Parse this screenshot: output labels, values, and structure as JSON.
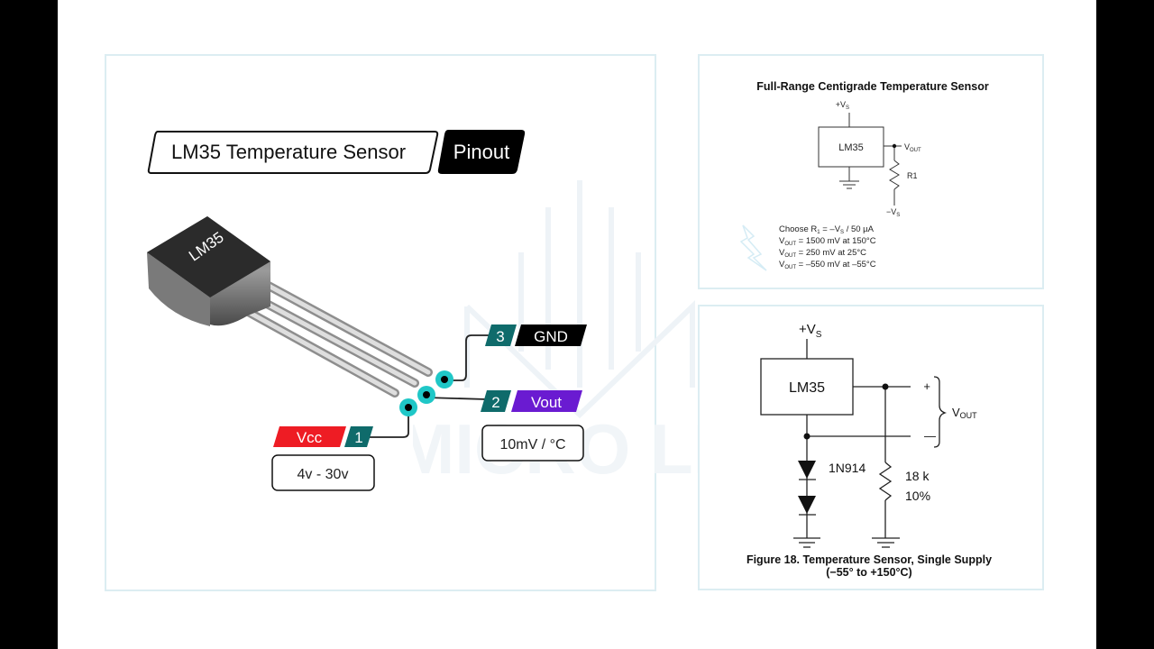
{
  "left_panel": {
    "title": "LM35 Temperature Sensor",
    "title_tag": "Pinout",
    "chip_label": "LM35",
    "watermark": "MICRO LIB",
    "pins": [
      {
        "number": "1",
        "name": "Vcc",
        "note": "4v - 30v",
        "color": "#ee1c24"
      },
      {
        "number": "2",
        "name": "Vout",
        "note": "10mV / °C",
        "color": "#6a1bd1"
      },
      {
        "number": "3",
        "name": "GND",
        "note": "",
        "color": "#000000"
      }
    ],
    "pin_number_color": "#0f6b6b",
    "pad_color": "#1fc7c7"
  },
  "top_right_panel": {
    "title": "Full-Range Centigrade Temperature Sensor",
    "chip_label": "LM35",
    "supply_pos": "+V",
    "supply_neg": "−V",
    "supply_sub": "S",
    "vout_label": "V",
    "vout_sub": "OUT",
    "resistor_label": "R1",
    "notes": [
      "Choose R₁ = –V_S / 50 µA",
      "V_OUT = 1500 mV at 150°C",
      "V_OUT = 250 mV at 25°C",
      "V_OUT = –550 mV at –55°C"
    ],
    "note_lines": [
      {
        "pre": "Choose R",
        "sub": "1",
        "post": " = –V",
        "sub2": "S",
        "post2": " / 50 µA"
      },
      {
        "pre": "V",
        "sub": "OUT",
        "post": " = 1500 mV at 150°C"
      },
      {
        "pre": "V",
        "sub": "OUT",
        "post": " = 250 mV at 25°C"
      },
      {
        "pre": "V",
        "sub": "OUT",
        "post": " = –550 mV at –55°C"
      }
    ]
  },
  "bottom_right_panel": {
    "chip_label": "LM35",
    "supply": "+V",
    "supply_sub": "S",
    "plus": "+",
    "minus": "—",
    "vout": "V",
    "vout_sub": "OUT",
    "diode_label": "1N914",
    "resistor_value": "18 k",
    "resistor_tolerance": "10%",
    "caption_line1": "Figure 18. Temperature Sensor, Single Supply",
    "caption_line2": "(−55° to +150°C)"
  }
}
